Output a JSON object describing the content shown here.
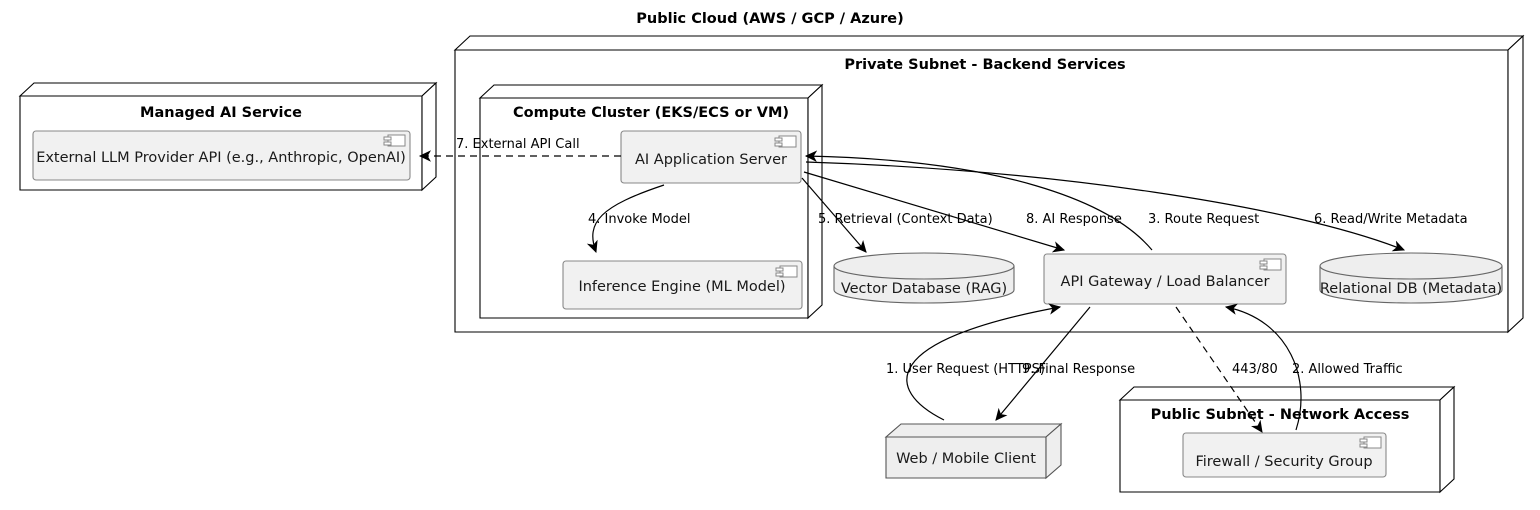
{
  "diagram": {
    "title": "Public Cloud (AWS / GCP / Azure)",
    "type": "uml-deployment-diagram"
  },
  "nodes": {
    "managed_ai_service": {
      "title": "Managed AI Service",
      "component": "External LLM Provider API (e.g., Anthropic, OpenAI)"
    },
    "private_subnet": {
      "title": "Private Subnet - Backend Services"
    },
    "compute_cluster": {
      "title": "Compute Cluster (EKS/ECS or VM)",
      "components": [
        "AI Application Server",
        "Inference Engine (ML Model)"
      ]
    },
    "public_subnet": {
      "title": "Public Subnet - Network Access",
      "component": "Firewall / Security Group"
    },
    "vector_database": "Vector Database (RAG)",
    "api_gateway": "API Gateway / Load Balancer",
    "relational_db": "Relational DB (Metadata)",
    "web_mobile_client": "Web / Mobile Client"
  },
  "edges": [
    {
      "id": "e1",
      "label": "1. User Request (HTTPS)",
      "from": "web_mobile_client",
      "to": "api_gateway",
      "style": "solid"
    },
    {
      "id": "e2",
      "label": "2. Allowed Traffic",
      "from": "firewall",
      "to": "api_gateway",
      "style": "solid"
    },
    {
      "id": "e3",
      "label": "3. Route Request",
      "from": "api_gateway",
      "to": "ai_application_server",
      "style": "solid"
    },
    {
      "id": "e4",
      "label": "4. Invoke Model",
      "from": "ai_application_server",
      "to": "inference_engine",
      "style": "solid"
    },
    {
      "id": "e5",
      "label": "5. Retrieval (Context Data)",
      "from": "ai_application_server",
      "to": "vector_database",
      "style": "solid"
    },
    {
      "id": "e6",
      "label": "6. Read/Write Metadata",
      "from": "ai_application_server",
      "to": "relational_db",
      "style": "solid"
    },
    {
      "id": "e7",
      "label": "7. External API Call",
      "from": "ai_application_server",
      "to": "external_llm_provider_api",
      "style": "dashed"
    },
    {
      "id": "e8",
      "label": "8. AI Response",
      "from": "ai_application_server",
      "to": "api_gateway",
      "style": "solid"
    },
    {
      "id": "e9",
      "label": "9. Final Response",
      "from": "api_gateway",
      "to": "web_mobile_client",
      "style": "solid"
    },
    {
      "id": "e10",
      "label": "443/80",
      "from": "api_gateway",
      "to": "firewall",
      "style": "dashed"
    }
  ],
  "colors": {
    "background": "#ffffff",
    "node_fill": "#ffffff",
    "component_fill": "#f1f1f1",
    "database_fill": "#eeeeee",
    "stroke": "#000000",
    "component_stroke": "#888888"
  }
}
